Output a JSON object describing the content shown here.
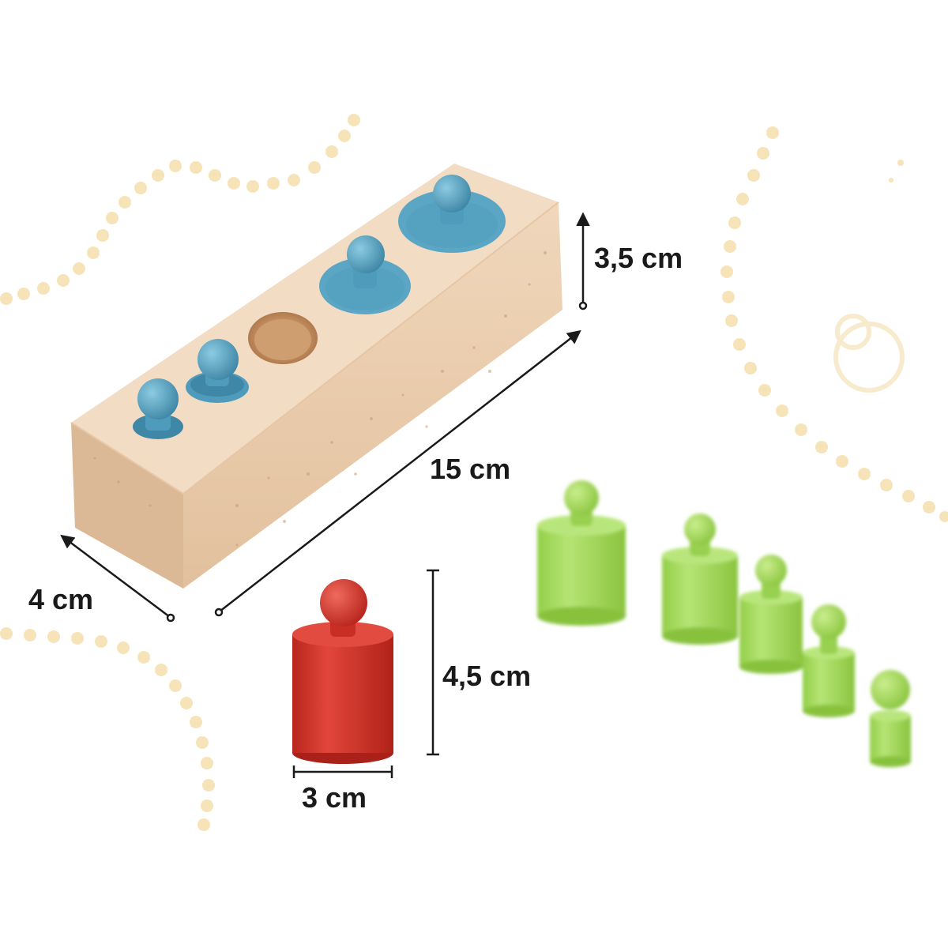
{
  "dimensions": {
    "block_height": "3,5 cm",
    "block_length": "15 cm",
    "block_width": "4 cm",
    "cylinder_height": "4,5 cm",
    "cylinder_diameter": "3 cm"
  },
  "colors": {
    "wood_front": "#e9cdb0",
    "wood_top": "#f2dcc4",
    "wood_side": "#dcb996",
    "peg_blue": "#5aa6c4",
    "peg_blue_dark": "#3f87a6",
    "cylinder_red": "#d6332a",
    "cylinder_red_dark": "#a92119",
    "cylinder_green": "#a6dc5a",
    "cylinder_green_dark": "#88c23d",
    "decor_dots": "#f6e3b8",
    "text": "#1a1a1a"
  }
}
